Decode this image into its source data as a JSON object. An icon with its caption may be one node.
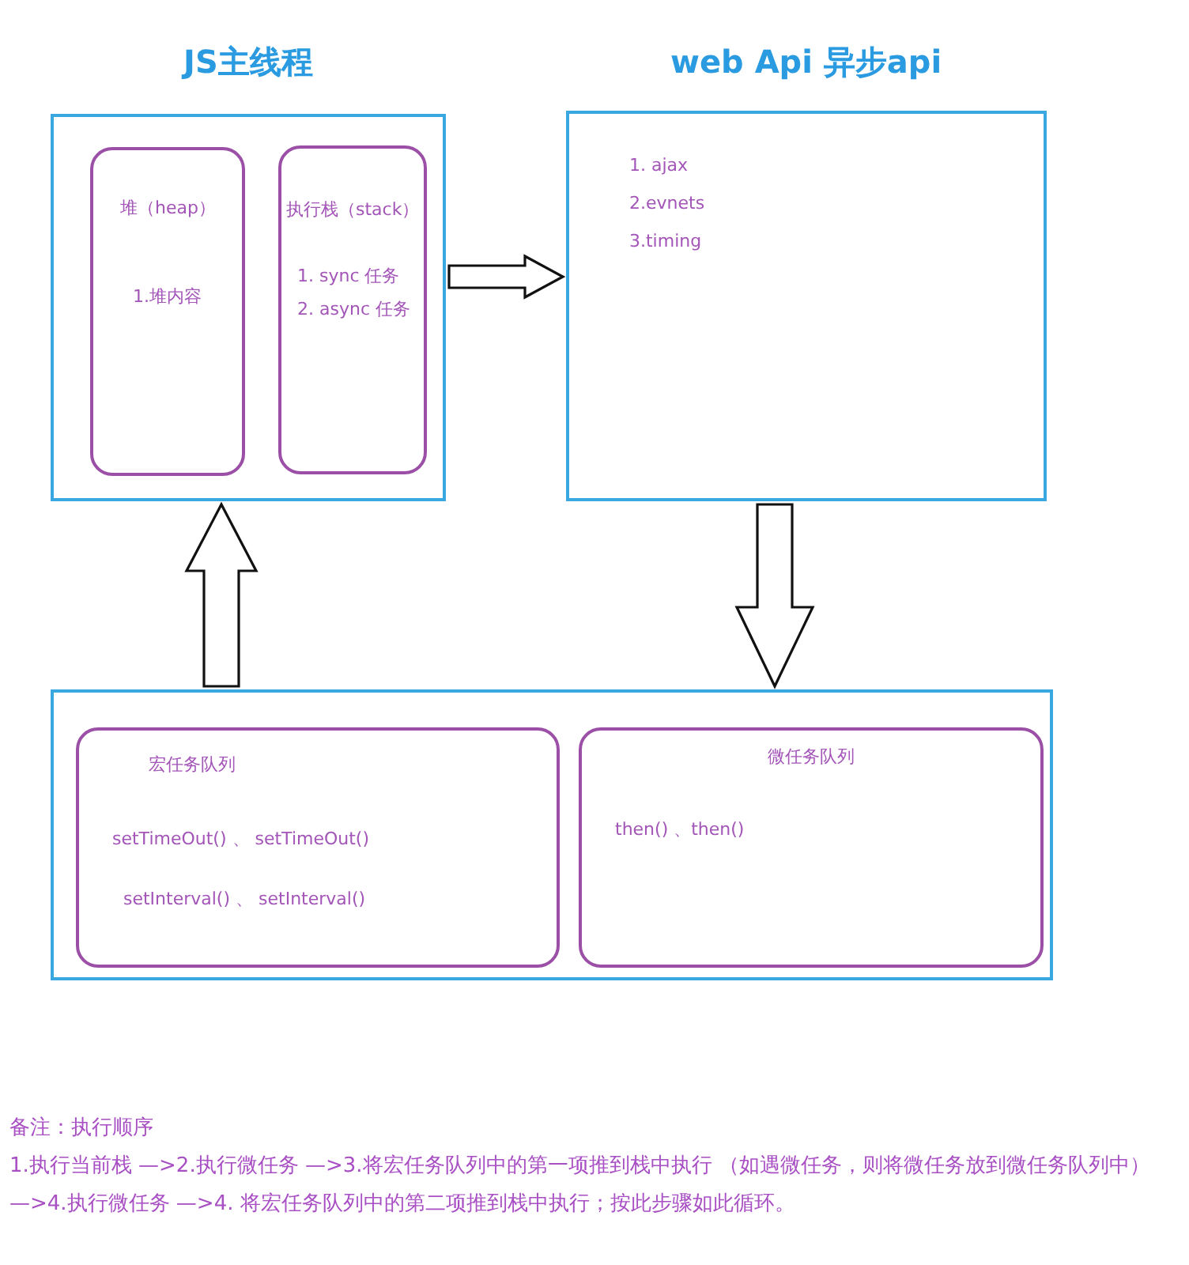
{
  "diagram": {
    "nodes": [
      {
        "text": [
          "JS主线程"
        ]
      },
      {
        "text": [
          "堆（heap）",
          "1.堆内容"
        ],
        "in": 0
      },
      {
        "text": [
          "执行栈（stack）",
          "1. sync 任务",
          "2. async 任务"
        ],
        "in": 0
      },
      {
        "text": [
          "web Api 异步api",
          "1. ajax",
          "2.evnets",
          "3.timing"
        ]
      },
      {
        "text": [],
        "shape": "box"
      },
      {
        "text": [
          "宏任务队列",
          "setTimeOut() 、 setTimeOut()",
          "setInterval() 、 setInterval()"
        ],
        "in": 4
      },
      {
        "text": [
          "微任务队列",
          "then() 、then()"
        ],
        "in": 4
      }
    ],
    "edges": [
      {
        "from": 0,
        "to": 3,
        "arrow": "to"
      },
      {
        "from": 3,
        "to": 4,
        "arrow": "to"
      },
      {
        "from": 4,
        "to": 0,
        "arrow": "to"
      }
    ],
    "labels": [
      "备注：执行顺序",
      "1.执行当前栈 —>2.执行微任务 —>3.将宏任务队列中的第一项推到栈中执行 （如遇微任务，则将微任务放到微任务队列中）—>4.执行微任务 —>4. 将宏任务队列中的第二项推到栈中执行；按此步骤如此循环。"
    ]
  }
}
